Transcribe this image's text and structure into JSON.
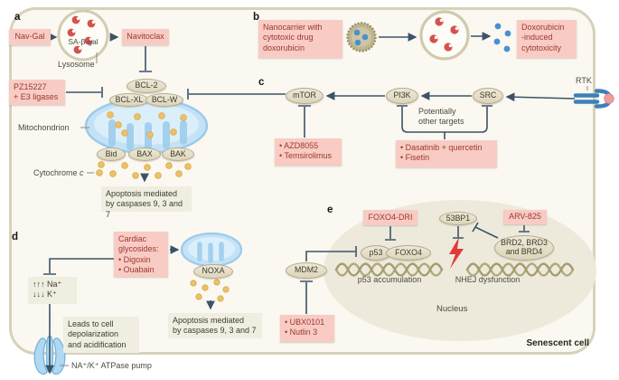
{
  "panel_labels": {
    "a": "a",
    "b": "b",
    "c": "c",
    "d": "d",
    "e": "e"
  },
  "panel_a": {
    "nav_gal": "Nav-Gal",
    "sa_beta_gal": "SA-β-gal",
    "lysosome": "Lysosome",
    "navitoclax": "Navitoclax",
    "pz15227": "PZ15227\n+ E3 ligases",
    "bcl2": "BCL-2",
    "bcl_xl": "BCL-XL",
    "bcl_w": "BCL-W",
    "mitochondrion": "Mitochondrion",
    "bid": "Bid",
    "bax": "BAX",
    "bak": "BAK",
    "cytochrome_prefix": "Cytochrome ",
    "cytochrome_c": "c",
    "apoptosis": "Apoptosis mediated\nby caspases 9, 3 and 7"
  },
  "panel_b": {
    "nanocarrier": "Nanocarrier with\ncytotoxic drug\ndoxorubicin",
    "doxorubicin": "Doxorubicin\n-induced\ncytotoxicity"
  },
  "panel_c": {
    "mtor": "mTOR",
    "pi3k": "PI3K",
    "src": "SRC",
    "rtk": "RTK",
    "potentially": "Potentially\nother targets",
    "mtor_drugs": "• AZD8055\n• Temsirolimus",
    "src_pi3k_drugs": "• Dasatinib + quercetin\n• Fisetin"
  },
  "panel_d": {
    "cardiac_glycosides": "Cardiac\nglycosides:\n• Digoxin\n• Ouabain",
    "noxa": "NOXA",
    "ion_change": "↑↑↑ Na⁺\n↓↓↓ K⁺",
    "leads": "Leads to cell\ndepolarization\nand acidification",
    "pump": "NA⁺/K⁺ ATPase pump",
    "apoptosis": "Apoptosis mediated\nby caspases 9, 3 and 7"
  },
  "panel_e": {
    "foxo4_dri": "FOXO4-DRI",
    "p53": "p53",
    "foxo4": "FOXO4",
    "p53_accumulation": "p53 accumulation",
    "bp1_53": "53BP1",
    "arv825": "ARV-825",
    "brd": "BRD2, BRD3\nand BRD4",
    "nhej": "NHEJ dysfunction",
    "mdm2": "MDM2",
    "mdm2_drugs": "• UBX0101\n• Nutlin 3",
    "nucleus": "Nucleus"
  },
  "footer": {
    "senescent_cell": "Senescent cell"
  },
  "colors": {
    "pink_box": "#f8cbc4",
    "pink_text": "#9b392e",
    "gray_box": "#f0ede1",
    "oval_fill": "#e4dec6",
    "line": "#3d5269",
    "cell_fill": "#faf8f0",
    "cell_border": "#d6d2ba",
    "nucleus_fill": "#edeadc",
    "mito_fill": "#c3e2f6",
    "dot_yellow": "#ecc267",
    "dot_blue": "#4a8fd3",
    "pacman_red": "#d4524e",
    "lightning_red": "#e23a38",
    "dna_olive": "#b1a97b"
  },
  "icons": {
    "lysosome-icon": "circle with enzyme dots",
    "nanocarrier-icon": "spiky vesicle with drug dots",
    "cell-icon": "round cell with doxorubicin",
    "mitochondrion-icon": "blue organelle",
    "rtk-receptor-icon": "membrane receptor with ligand",
    "atpase-pump-icon": "membrane channel",
    "dna-helix-icon": "double helix",
    "dna-break-icon": "red lightning bolt"
  }
}
